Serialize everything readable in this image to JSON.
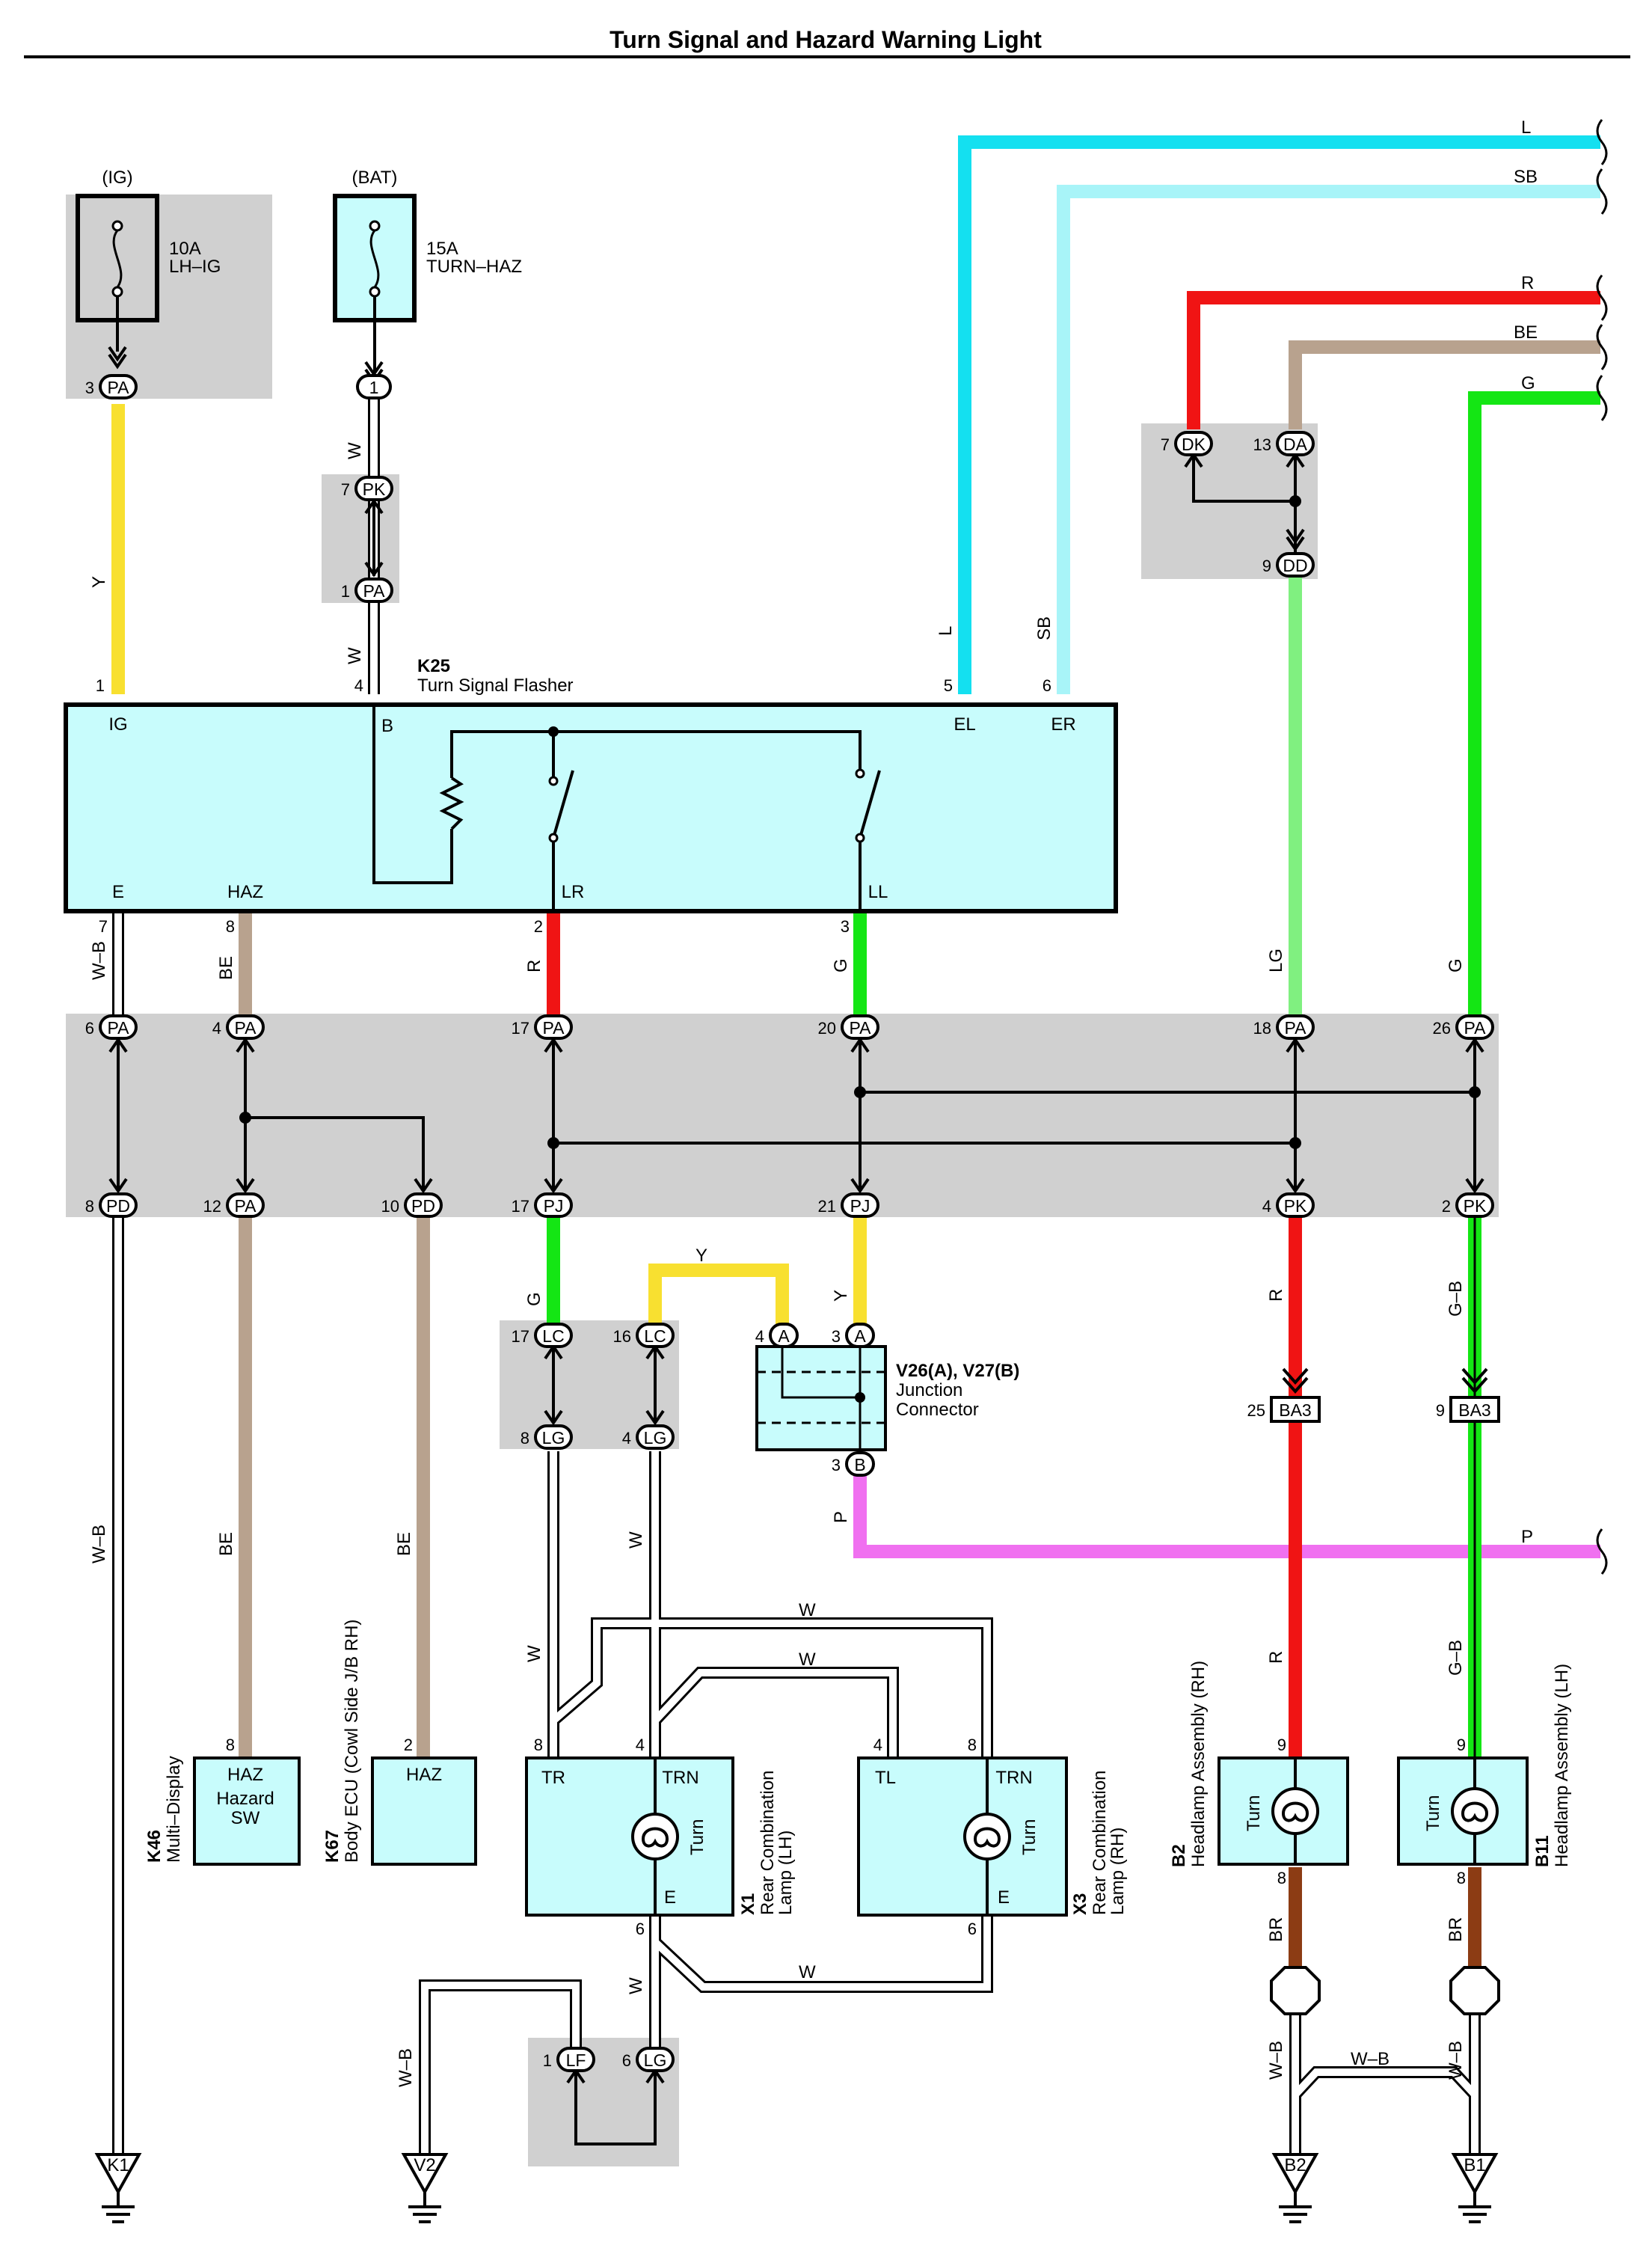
{
  "title": "Turn Signal and Hazard Warning Light",
  "supplies": [
    {
      "header": "(IG)",
      "rating": "10A",
      "name": "LH–IG",
      "pin": "3",
      "connector": "PA"
    },
    {
      "header": "(BAT)",
      "rating": "15A",
      "name": "TURN–HAZ",
      "pin": "1"
    }
  ],
  "flasher": {
    "code": "K25",
    "name": "Turn Signal Flasher",
    "terminals": {
      "ig": "IG",
      "b": "B",
      "el": "EL",
      "er": "ER",
      "e": "E",
      "haz": "HAZ",
      "lr": "LR",
      "ll": "LL"
    },
    "pins": {
      "ig": "1",
      "b": "4",
      "el": "5",
      "er": "6",
      "e": "7",
      "haz": "8",
      "lr": "2",
      "ll": "3"
    }
  },
  "wire_colors": {
    "L": "L",
    "SB": "SB",
    "R": "R",
    "BE": "BE",
    "G": "G",
    "Y": "Y",
    "W": "W",
    "WB": "W–B",
    "LG": "LG",
    "GB": "G–B",
    "P": "P",
    "BR": "BR"
  },
  "junction_connectors": {
    "pk7": {
      "pin": "7",
      "id": "PK"
    },
    "pa1": {
      "pin": "1",
      "id": "PA"
    },
    "dk": {
      "pin": "7",
      "id": "DK"
    },
    "da": {
      "pin": "13",
      "id": "DA"
    },
    "dd": {
      "pin": "9",
      "id": "DD"
    },
    "top_row": [
      {
        "pin": "6",
        "id": "PA"
      },
      {
        "pin": "4",
        "id": "PA"
      },
      {
        "pin": "17",
        "id": "PA"
      },
      {
        "pin": "20",
        "id": "PA"
      },
      {
        "pin": "18",
        "id": "PA"
      },
      {
        "pin": "26",
        "id": "PA"
      }
    ],
    "bottom_row": [
      {
        "pin": "8",
        "id": "PD"
      },
      {
        "pin": "12",
        "id": "PA"
      },
      {
        "pin": "10",
        "id": "PD"
      },
      {
        "pin": "17",
        "id": "PJ"
      },
      {
        "pin": "21",
        "id": "PJ"
      },
      {
        "pin": "4",
        "id": "PK"
      },
      {
        "pin": "2",
        "id": "PK"
      }
    ],
    "lc17": {
      "pin": "17",
      "id": "LC"
    },
    "lc16": {
      "pin": "16",
      "id": "LC"
    },
    "lg8": {
      "pin": "8",
      "id": "LG"
    },
    "lg4": {
      "pin": "4",
      "id": "LG"
    },
    "lf1": {
      "pin": "1",
      "id": "LF"
    },
    "lg6": {
      "pin": "6",
      "id": "LG"
    },
    "ba3_25": {
      "pin": "25",
      "id": "BA3"
    },
    "ba3_9": {
      "pin": "9",
      "id": "BA3"
    }
  },
  "junction_connector_v26": {
    "title": "V26(A), V27(B)",
    "line1": "Junction",
    "line2": "Connector",
    "pins": [
      {
        "pin": "4",
        "id": "A"
      },
      {
        "pin": "3",
        "id": "A"
      },
      {
        "pin": "3",
        "id": "B"
      }
    ]
  },
  "components": {
    "k46": {
      "code": "K46",
      "name": "Multi–Display",
      "terminal": "HAZ",
      "line1": "Hazard",
      "line2": "SW",
      "pin": "8"
    },
    "k67": {
      "code": "K67",
      "name": "Body ECU (Cowl Side J/B RH)",
      "terminal": "HAZ",
      "pin": "2"
    },
    "x1": {
      "code": "X1",
      "line1": "Rear Combination",
      "line2": "Lamp (LH)",
      "tr": "TR",
      "trn": "TRN",
      "e": "E",
      "turn": "Turn",
      "pin_tr": "8",
      "pin_trn": "4",
      "pin_e": "6"
    },
    "x3": {
      "code": "X3",
      "line1": "Rear Combination",
      "line2": "Lamp (RH)",
      "tl": "TL",
      "trn": "TRN",
      "e": "E",
      "turn": "Turn",
      "pin_tl": "4",
      "pin_trn": "8",
      "pin_e": "6"
    },
    "b2": {
      "code": "B2",
      "name": "Headlamp Assembly (RH)",
      "turn": "Turn",
      "pin_in": "9",
      "pin_out": "8"
    },
    "b11": {
      "code": "B11",
      "name": "Headlamp Assembly (LH)",
      "turn": "Turn",
      "pin_in": "9",
      "pin_out": "8"
    }
  },
  "grounds": [
    "K1",
    "V2",
    "B2",
    "B1"
  ]
}
